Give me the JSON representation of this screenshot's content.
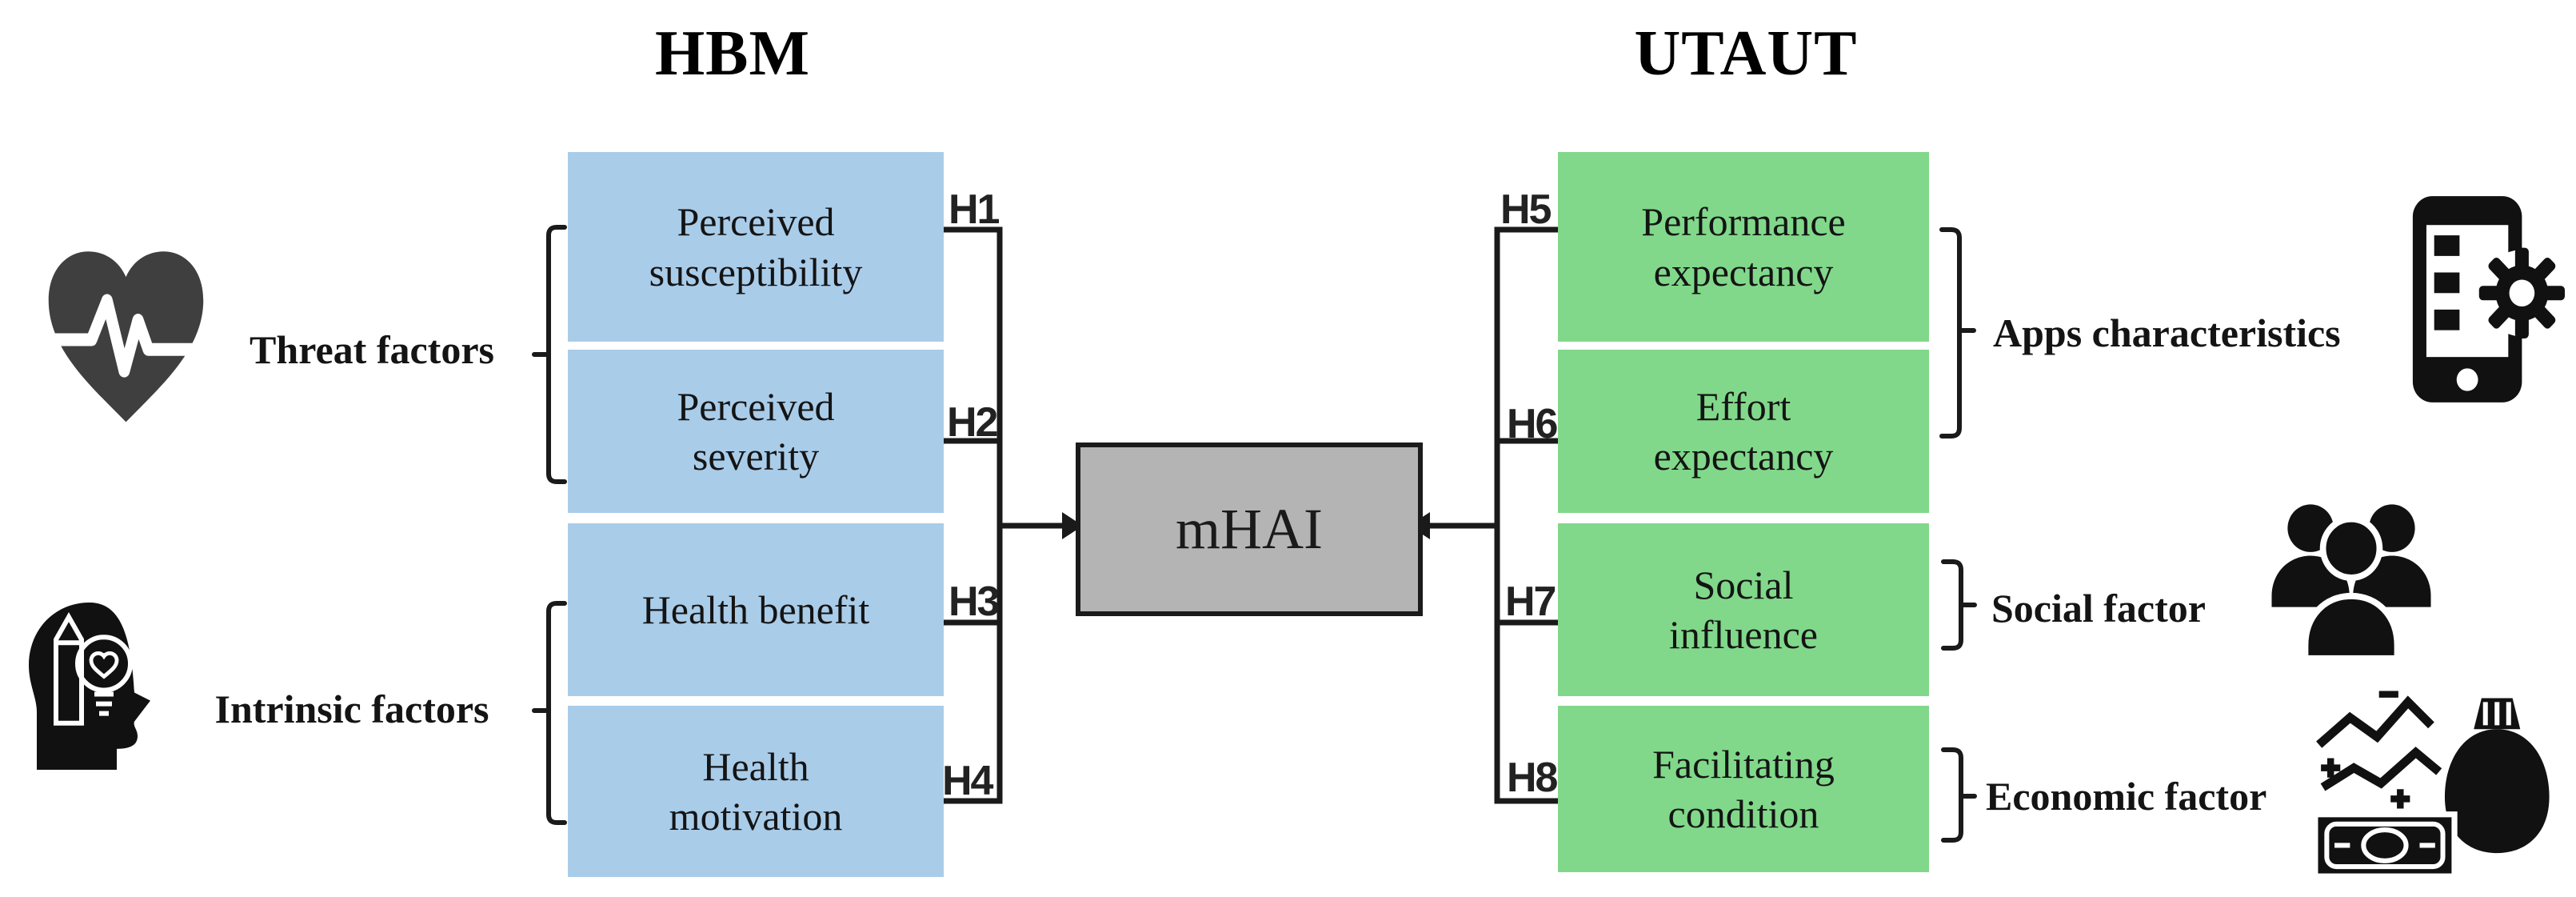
{
  "titles": {
    "hbm": "HBM",
    "utaut": "UTAUT"
  },
  "center": {
    "label": "mHAI"
  },
  "hbm_boxes": [
    {
      "hypothesis": "H1",
      "lines": [
        "Perceived",
        "susceptibility"
      ]
    },
    {
      "hypothesis": "H2",
      "lines": [
        "Perceived",
        "severity"
      ]
    },
    {
      "hypothesis": "H3",
      "lines": [
        "Health benefit"
      ]
    },
    {
      "hypothesis": "H4",
      "lines": [
        "Health",
        "motivation"
      ]
    }
  ],
  "utaut_boxes": [
    {
      "hypothesis": "H5",
      "lines": [
        "Performance",
        "expectancy"
      ]
    },
    {
      "hypothesis": "H6",
      "lines": [
        "Effort",
        "expectancy"
      ]
    },
    {
      "hypothesis": "H7",
      "lines": [
        "Social",
        "influence"
      ]
    },
    {
      "hypothesis": "H8",
      "lines": [
        "Facilitating",
        "condition"
      ]
    }
  ],
  "left_groups": [
    {
      "label": "Threat factors",
      "icon": "heart-pulse-icon"
    },
    {
      "label": "Intrinsic factors",
      "icon": "head-idea-icon"
    }
  ],
  "right_groups": [
    {
      "label": "Apps characteristics",
      "icon": "smartphone-gear-icon"
    },
    {
      "label": "Social factor",
      "icon": "people-group-icon"
    },
    {
      "label": "Economic factor",
      "icon": "economy-icon"
    }
  ],
  "colors": {
    "hbm_box": "#a9cce9",
    "utaut_box": "#81d88a",
    "center_fill": "#b4b4b4",
    "center_border": "#1b1b1b",
    "line": "#1a1a1a",
    "heart": "#3f3f3f",
    "icon": "#111111"
  }
}
